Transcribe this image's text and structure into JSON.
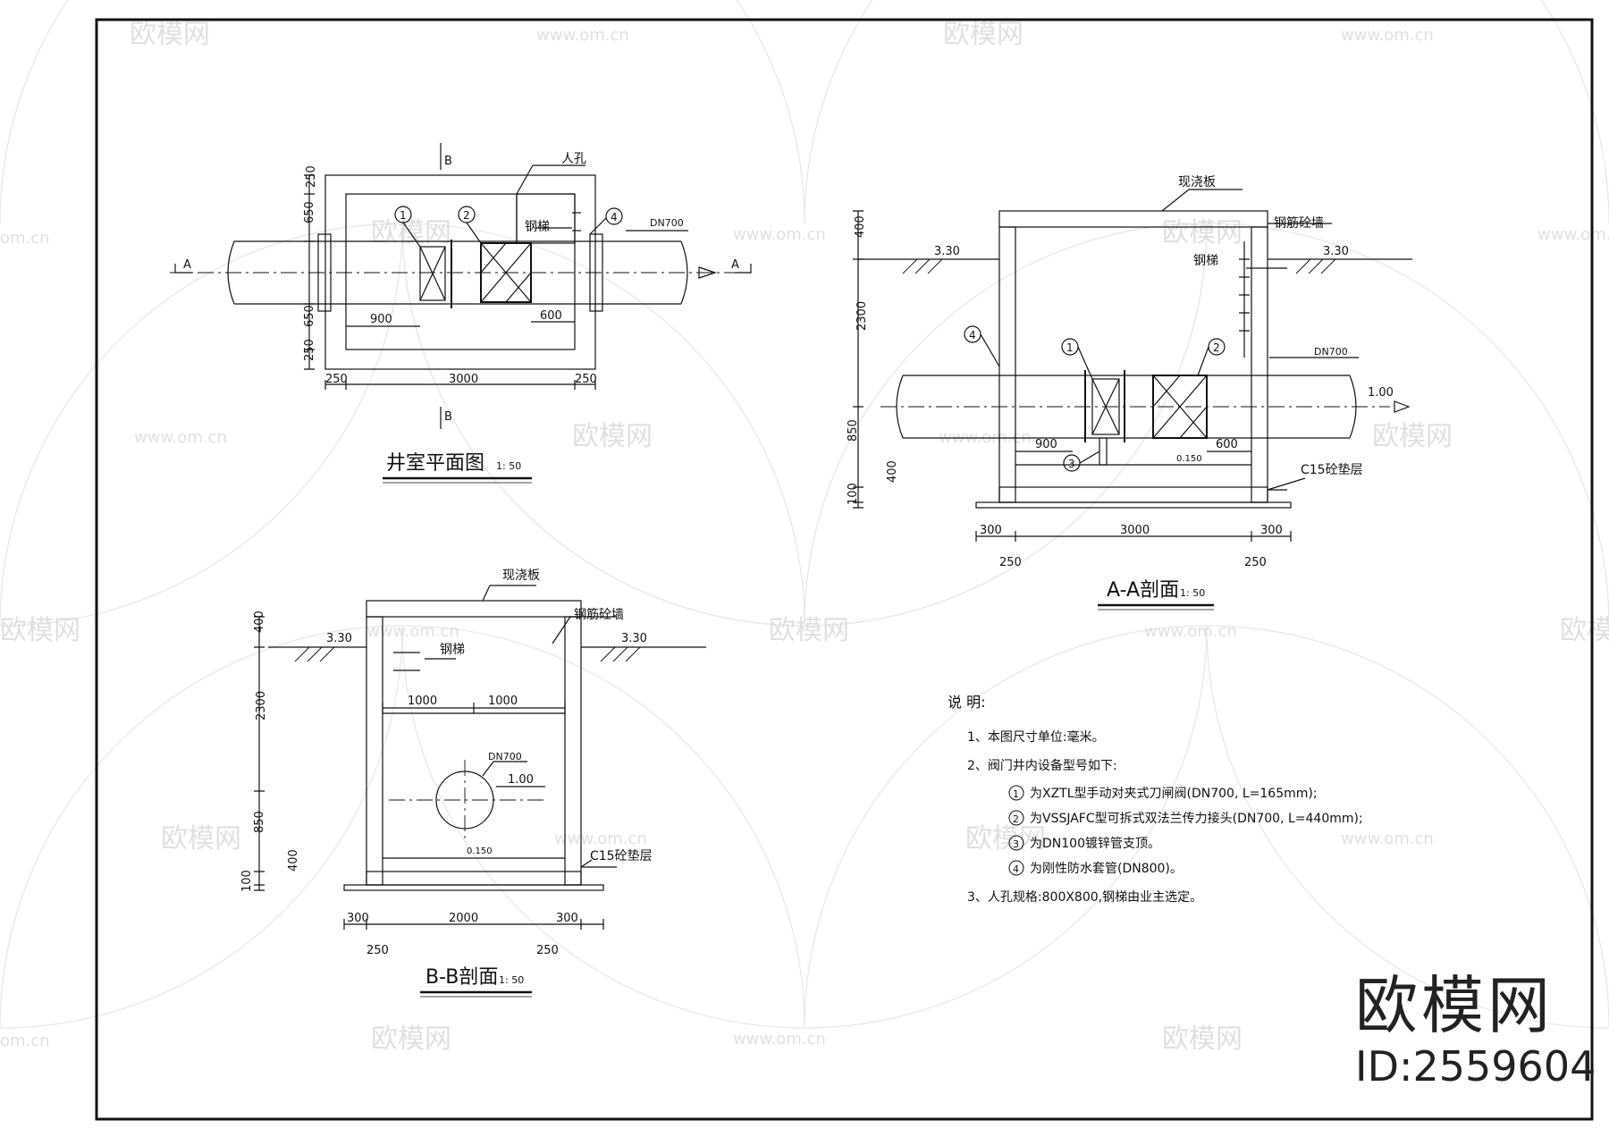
{
  "watermarks": {
    "brand": "欧模网",
    "url": "www.om.cn",
    "url_short": "om.cn",
    "id": "ID:2559604"
  },
  "plan_view": {
    "section_b": "B",
    "section_a": "A",
    "manhole": "人孔",
    "ladder": "钢梯",
    "dn": "DN700",
    "callouts": [
      "1",
      "2",
      "4"
    ],
    "dim_250": "250",
    "dim_650": "650",
    "dim_900": "900",
    "dim_600": "600",
    "dim_3000": "3000",
    "title": "井室平面图",
    "scale": "1: 50"
  },
  "aa_section": {
    "slab": "现浇板",
    "wall": "钢筋砼墙",
    "ladder": "钢梯",
    "elev_ground": "3.30",
    "elev_pipe": "1.00",
    "elev_bottom": "0.150",
    "dn": "DN700",
    "callouts": [
      "1",
      "2",
      "3",
      "4"
    ],
    "dim_400": "400",
    "dim_2300": "2300",
    "dim_850": "850",
    "dim_100": "100",
    "dim_900": "900",
    "dim_600": "600",
    "dim_300": "300",
    "dim_3000": "3000",
    "dim_250": "250",
    "cushion": "C15砼垫层",
    "title": "A-A剖面",
    "scale": "1: 50"
  },
  "bb_section": {
    "slab": "现浇板",
    "wall": "钢筋砼墙",
    "ladder": "钢梯",
    "elev_ground": "3.30",
    "elev_pipe": "1.00",
    "elev_bottom": "0.150",
    "dn": "DN700",
    "dim_400": "400",
    "dim_2300": "2300",
    "dim_850": "850",
    "dim_100": "100",
    "dim_1000": "1000",
    "dim_300": "300",
    "dim_2000": "2000",
    "dim_250": "250",
    "cushion": "C15砼垫层",
    "title": "B-B剖面",
    "scale": "1: 50"
  },
  "notes": {
    "heading": "说 明:",
    "n1": "1、本图尺寸单位:毫米。",
    "n2": "2、阀门井内设备型号如下:",
    "items": [
      {
        "num": "1",
        "text": "为XZTL型手动对夹式刀闸阀(DN700, L=165mm);"
      },
      {
        "num": "2",
        "text": "为VSSJAFC型可拆式双法兰传力接头(DN700, L=440mm);"
      },
      {
        "num": "3",
        "text": "为DN100镀锌管支顶。"
      },
      {
        "num": "4",
        "text": "为刚性防水套管(DN800)。"
      }
    ],
    "n3": "3、人孔规格:800X800,钢梯由业主选定。"
  }
}
